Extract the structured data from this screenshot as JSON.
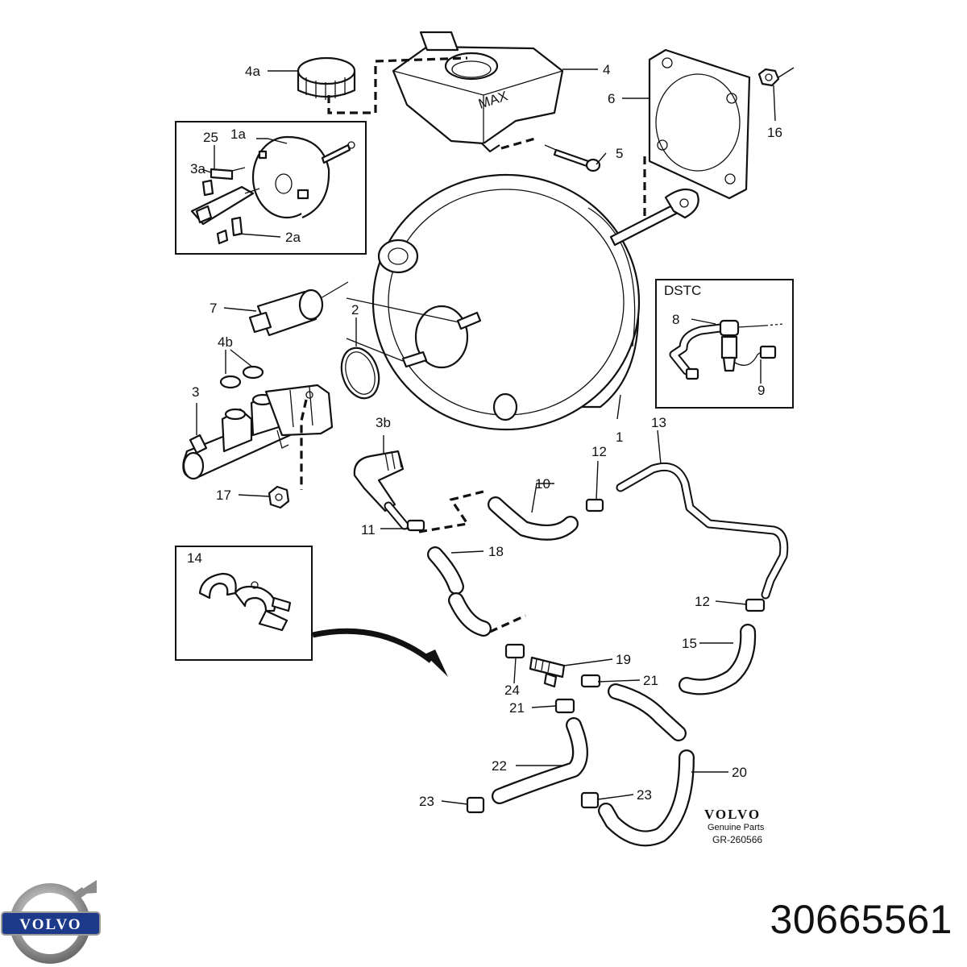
{
  "diagram": {
    "callouts": {
      "c1": "1",
      "c1a": "1a",
      "c2": "2",
      "c2a": "2a",
      "c3": "3",
      "c3a": "3a",
      "c3b": "3b",
      "c4": "4",
      "c4a": "4a",
      "c4b": "4b",
      "c5": "5",
      "c6": "6",
      "c7": "7",
      "c8": "8",
      "c9": "9",
      "c10": "10",
      "c11": "11",
      "c12a": "12",
      "c12b": "12",
      "c13": "13",
      "c14": "14",
      "c15": "15",
      "c16": "16",
      "c17": "17",
      "c18": "18",
      "c19": "19",
      "c20": "20",
      "c21a": "21",
      "c21b": "21",
      "c22": "22",
      "c23a": "23",
      "c23b": "23",
      "c24": "24",
      "c25": "25"
    },
    "reservoir_marking": "MAX",
    "dstc_box_title": "DSTC",
    "brand_block": {
      "wordmark": "VOLVO",
      "line1": "Genuine Parts",
      "line2": "GR-260566"
    }
  },
  "footer": {
    "logo_wordmark": "VOLVO",
    "part_number": "30665561"
  },
  "colors": {
    "ink": "#111111",
    "logo_blue": "#1d3a8a",
    "logo_silver": "#9a9a9a"
  }
}
